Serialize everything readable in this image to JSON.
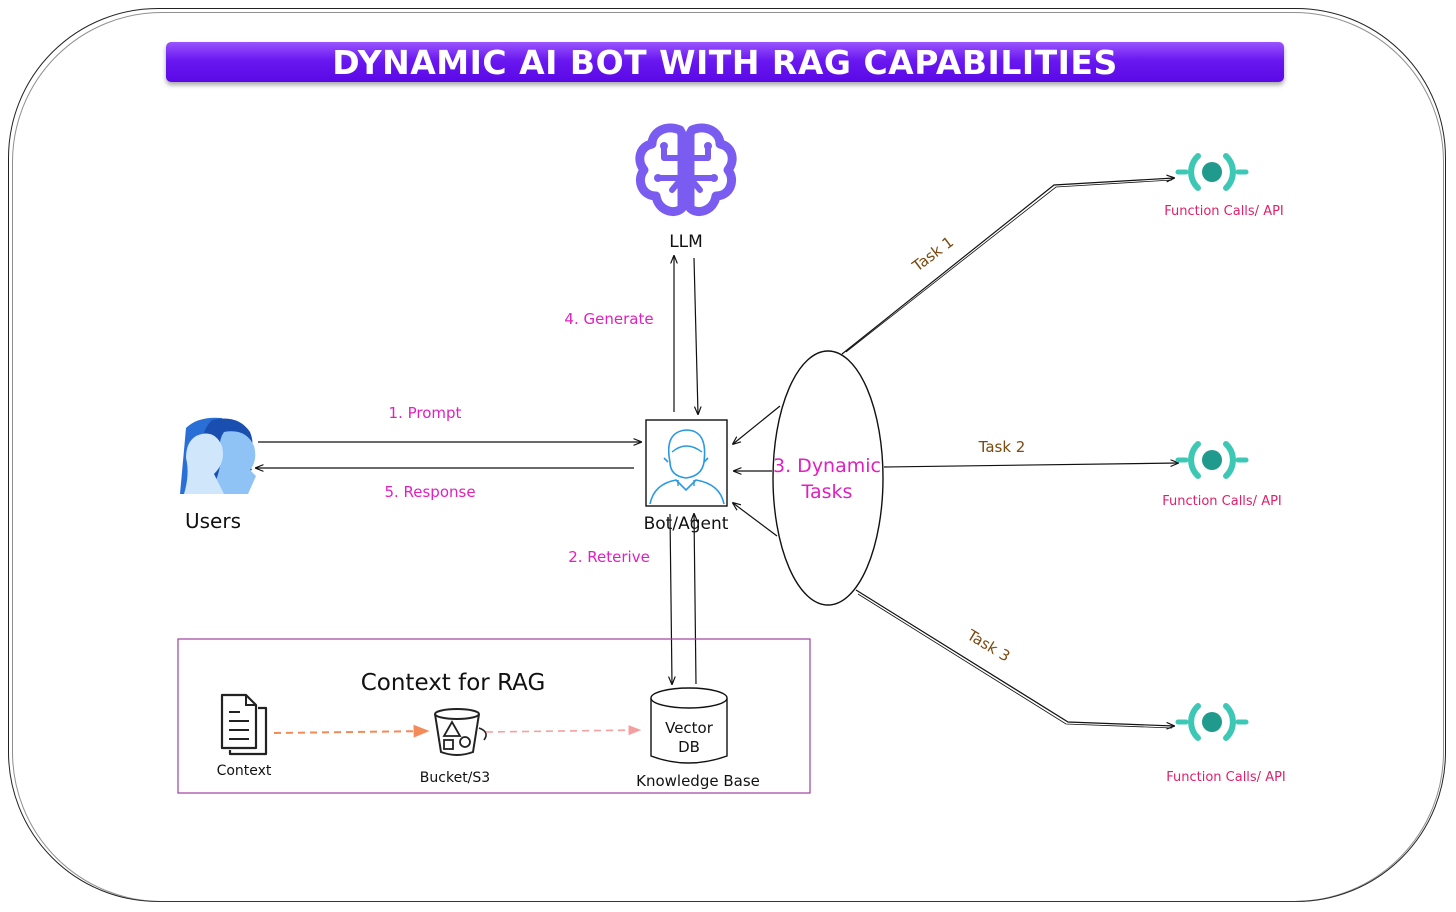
{
  "title": "DYNAMIC AI BOT WITH RAG CAPABILITIES",
  "nodes": {
    "llm": "LLM",
    "users": "Users",
    "bot": "Bot/Agent",
    "dynamic_tasks_line1": "3. Dynamic",
    "dynamic_tasks_line2": "Tasks",
    "vector_db_line1": "Vector",
    "vector_db_line2": "DB",
    "knowledge_base": "Knowledge Base",
    "context": "Context",
    "bucket": "Bucket/S3",
    "function_calls": [
      "Function Calls/ API",
      "Function Calls/ API",
      "Function Calls/ API"
    ]
  },
  "edges": {
    "prompt": "1. Prompt",
    "retrieve": "2. Reterive",
    "generate": "4. Generate",
    "response": "5. Response",
    "task1": "Task 1",
    "task2": "Task 2",
    "task3": "Task 3"
  },
  "rag_box_title": "Context for RAG",
  "colors": {
    "banner": "#6a18f0",
    "label_magenta": "#e020c0",
    "task_brown": "#7a4a10",
    "api_teal": "#3cc8b4",
    "api_label": "#e0206a",
    "brain": "#7a5cf0",
    "rag_border": "#a040a0",
    "dashed_arrow": "#f28a5a"
  }
}
